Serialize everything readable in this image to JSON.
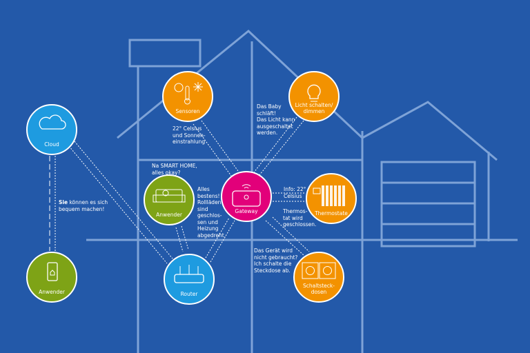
{
  "colors": {
    "background": "#2359a9",
    "sensor": "#f39200",
    "user": "#7ea316",
    "cloud": "#1e9be0",
    "gateway": "#e2007a"
  },
  "nodes": {
    "cloud": {
      "label": "Cloud",
      "icon": "cloud-icon"
    },
    "user_phone": {
      "label": "Anwender",
      "icon": "smartphone-hand-icon"
    },
    "sensors": {
      "label": "Sensoren",
      "icon": "thermometer-sun-snow-icon"
    },
    "light": {
      "label": "Licht schalten/ dimmen",
      "icon": "lightbulb-icon"
    },
    "user_sofa": {
      "label": "Anwender",
      "icon": "sofa-person-icon"
    },
    "gateway": {
      "label": "Gateway",
      "icon": "gateway-wifi-icon"
    },
    "thermostat": {
      "label": "Thermostate",
      "icon": "radiator-icon"
    },
    "router": {
      "label": "Router",
      "icon": "router-icon"
    },
    "sockets": {
      "label": "Schaltsteck-dosen",
      "icon": "power-socket-icon"
    }
  },
  "notes": {
    "cloud_user_bold": "Sie",
    "cloud_user": " können es sich\nbequem machen!",
    "sensors": "22° Celsius\nund Sonnen-\neinstrahlung",
    "baby": "Das Baby\nschläft!\nDas Licht kann\nausgeschaltet\nwerden.",
    "smart_home_question": "Na SMART HOME,\nalles okay?",
    "all_good": "Alles\nbestens!\nRollläden\nsind\ngeschlos-\nsen und\nHeizung\nabgedreht.",
    "thermo_info": "Info: 22°\nCelsius",
    "thermo_closed": "Thermos-\ntat wird\ngeschlossen.",
    "device_unused": "Das Gerät wird\nnicht gebraucht?\nIch schalte die\nSteckdose ab."
  }
}
